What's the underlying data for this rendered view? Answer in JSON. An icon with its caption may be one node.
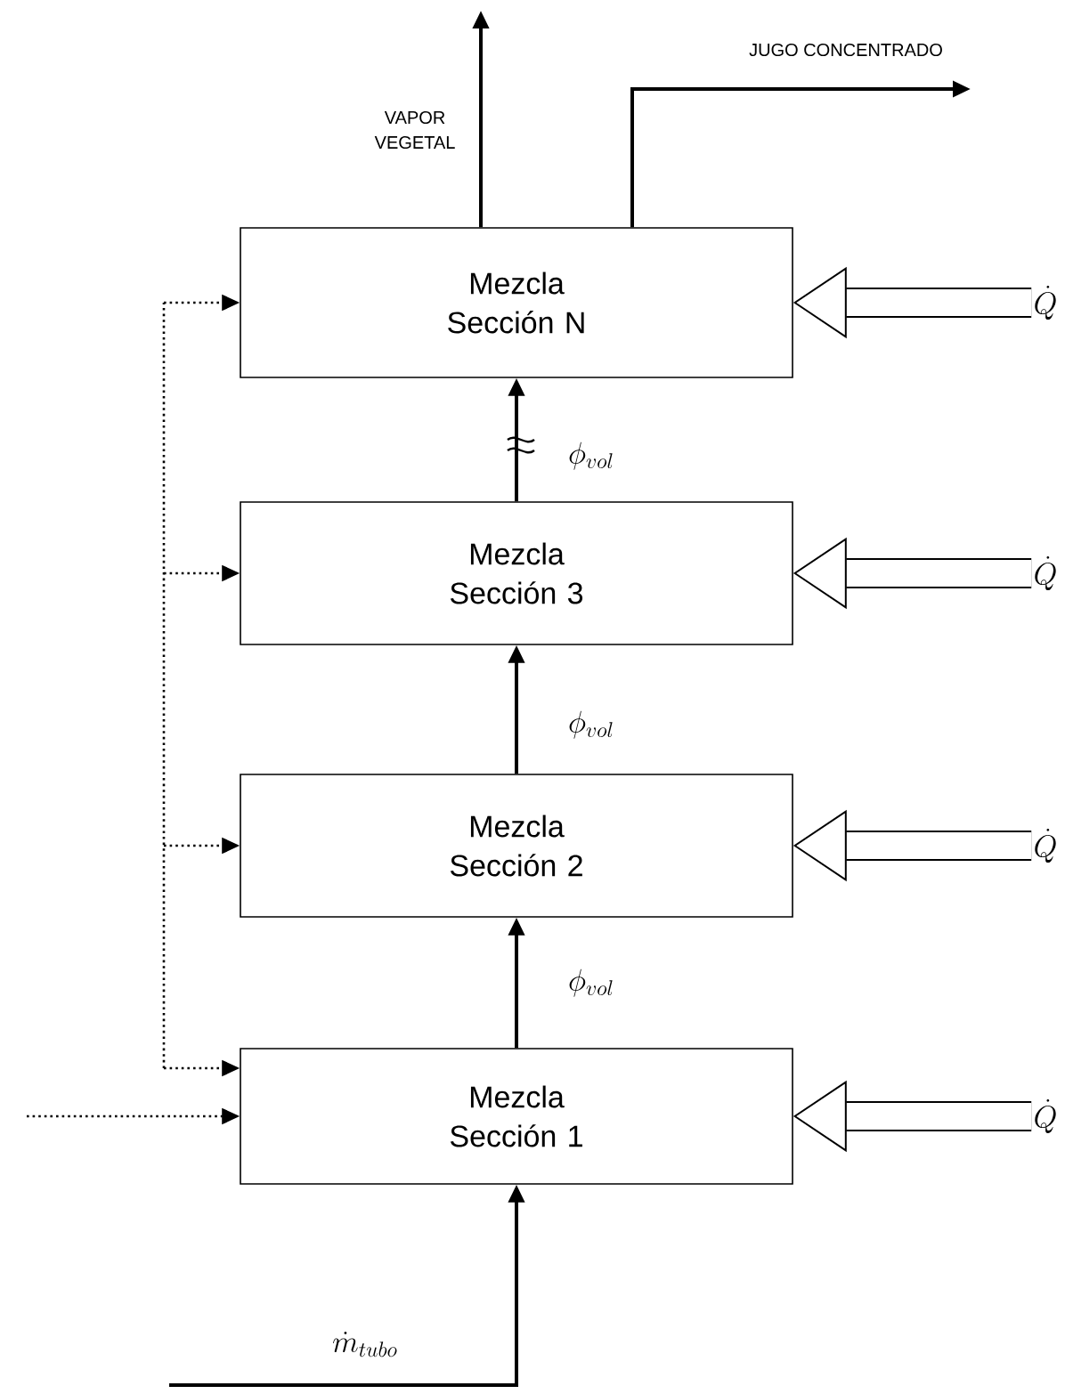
{
  "diagram": {
    "nodes": [
      {
        "text": [
          "Mezcla Sección N"
        ]
      },
      {
        "text": [
          "Mezcla Sección 3"
        ]
      },
      {
        "text": [
          "Mezcla Sección 2"
        ]
      },
      {
        "text": [
          "Mezcla Sección 1"
        ]
      },
      {
        "text": [
          "\\dot{Q}"
        ]
      },
      {
        "text": [
          "\\dot{Q}"
        ]
      },
      {
        "text": [
          "\\dot{Q}"
        ]
      },
      {
        "text": [
          "\\dot{Q}"
        ]
      }
    ],
    "edges": [
      {
        "from": 3,
        "to": 2,
        "arrow": "to",
        "label": "\\phi_{vol}"
      },
      {
        "from": 2,
        "to": 1,
        "arrow": "to",
        "label": "\\phi_{vol}"
      },
      {
        "from": 1,
        "to": 0,
        "arrow": "to",
        "label": "\\phi_{vol}"
      },
      {
        "from": 0,
        "to": null,
        "arrow": "to",
        "label": "VAPOR VEGETAL"
      },
      {
        "from": 0,
        "to": null,
        "arrow": "to",
        "label": "JUGO CONCENTRADO"
      },
      {
        "from": null,
        "to": 3,
        "arrow": "to",
        "label": "\\dot{m}_{tubo}"
      },
      {
        "from": null,
        "to": 3,
        "arrow": "to",
        "style": "dashed"
      },
      {
        "from": null,
        "to": 3,
        "arrow": "to",
        "style": "dashed"
      },
      {
        "from": null,
        "to": 2,
        "arrow": "to",
        "style": "dashed"
      },
      {
        "from": null,
        "to": 1,
        "arrow": "to",
        "style": "dashed"
      },
      {
        "from": null,
        "to": 0,
        "arrow": "to",
        "style": "dashed"
      },
      {
        "from": 4,
        "to": 0,
        "arrow": "to",
        "style": "thick"
      },
      {
        "from": 5,
        "to": 1,
        "arrow": "to",
        "style": "thick"
      },
      {
        "from": 6,
        "to": 2,
        "arrow": "to",
        "style": "thick"
      },
      {
        "from": 7,
        "to": 3,
        "arrow": "to",
        "style": "thick"
      }
    ]
  }
}
